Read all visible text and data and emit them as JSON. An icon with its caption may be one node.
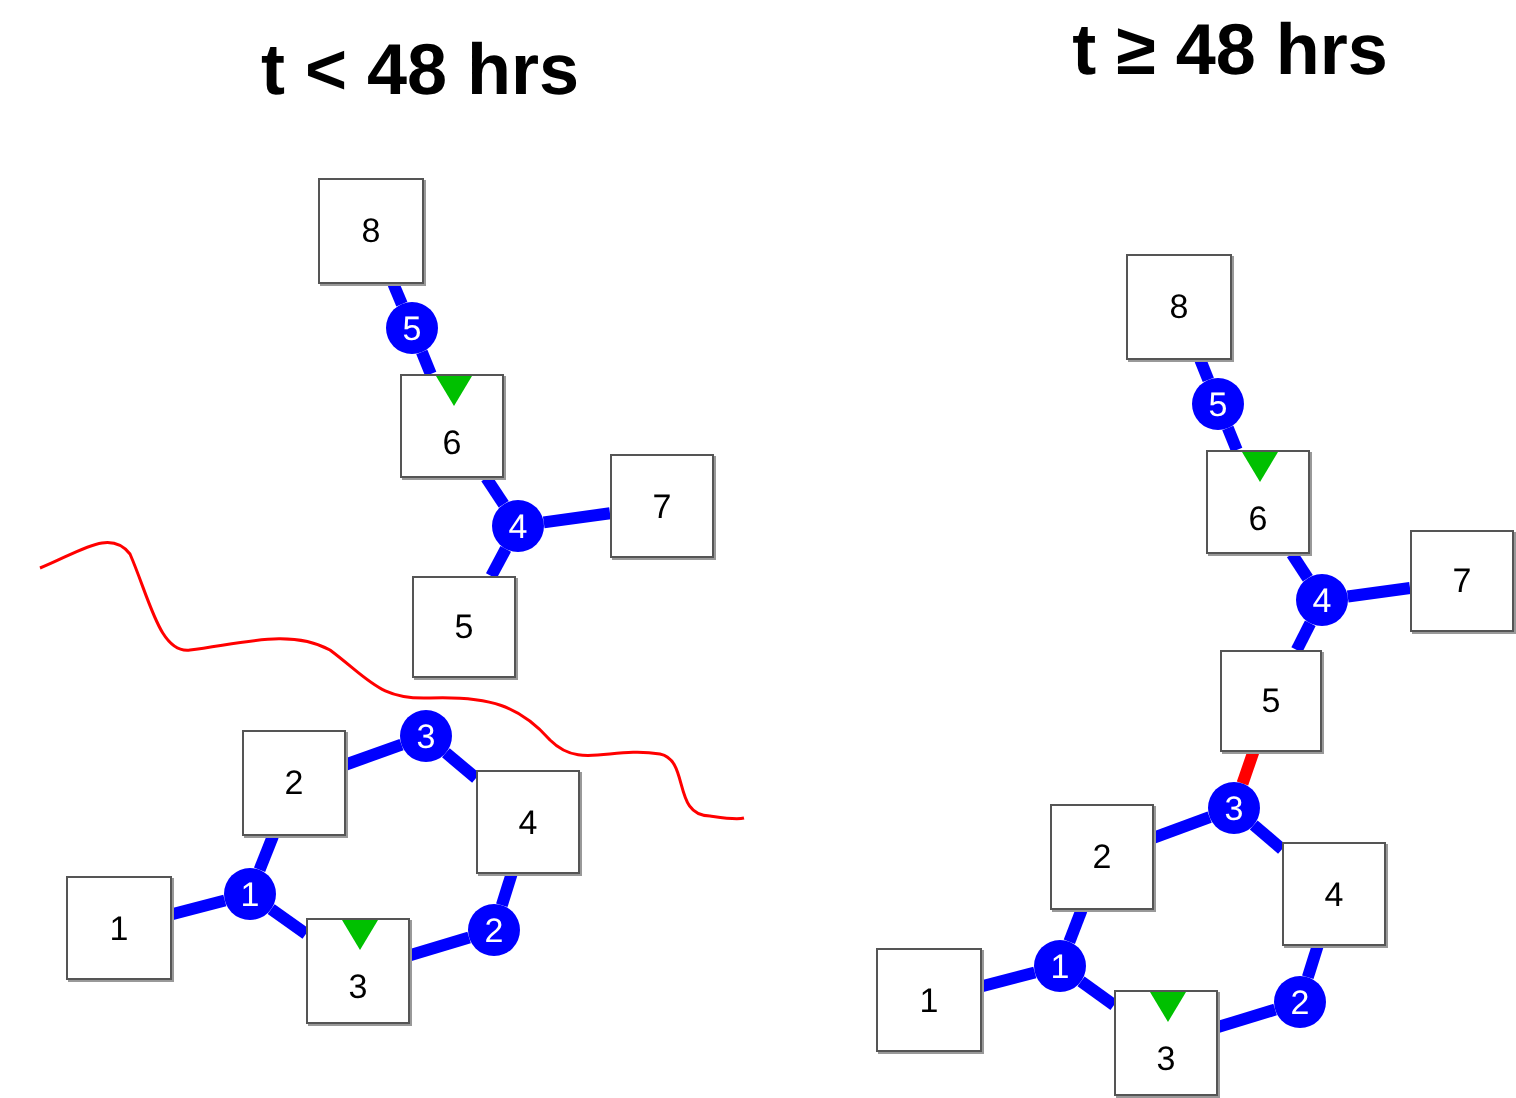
{
  "diagram": {
    "nodes": [
      {
        "text": [
          "8"
        ]
      },
      {
        "text": [
          "5"
        ]
      },
      {
        "text": [
          "6"
        ]
      },
      {
        "text": [
          "7"
        ]
      },
      {
        "text": [
          "4"
        ]
      },
      {
        "text": [
          "5"
        ]
      },
      {
        "text": [
          "3"
        ]
      },
      {
        "text": [
          "2"
        ]
      },
      {
        "text": [
          "4"
        ]
      },
      {
        "text": [
          "1"
        ]
      },
      {
        "text": [
          "1"
        ]
      },
      {
        "text": [
          "3"
        ]
      },
      {
        "text": [
          "2"
        ]
      },
      {
        "text": [
          "8"
        ]
      },
      {
        "text": [
          "5"
        ]
      },
      {
        "text": [
          "6"
        ]
      },
      {
        "text": [
          "7"
        ]
      },
      {
        "text": [
          "4"
        ]
      },
      {
        "text": [
          "5"
        ]
      },
      {
        "text": [
          "3"
        ]
      },
      {
        "text": [
          "2"
        ]
      },
      {
        "text": [
          "4"
        ]
      },
      {
        "text": [
          "1"
        ]
      },
      {
        "text": [
          "1"
        ]
      },
      {
        "text": [
          "3"
        ]
      },
      {
        "text": [
          "2"
        ]
      }
    ],
    "edges": [
      {
        "from": 1,
        "to": 0,
        "arrow": "none"
      },
      {
        "from": 1,
        "to": 2,
        "arrow": "none"
      },
      {
        "from": 4,
        "to": 2,
        "arrow": "none"
      },
      {
        "from": 4,
        "to": 3,
        "arrow": "none"
      },
      {
        "from": 4,
        "to": 5,
        "arrow": "none"
      },
      {
        "from": 6,
        "to": 7,
        "arrow": "none"
      },
      {
        "from": 6,
        "to": 8,
        "arrow": "none"
      },
      {
        "from": 9,
        "to": 10,
        "arrow": "none"
      },
      {
        "from": 9,
        "to": 7,
        "arrow": "none"
      },
      {
        "from": 9,
        "to": 11,
        "arrow": "none"
      },
      {
        "from": 12,
        "to": 11,
        "arrow": "none"
      },
      {
        "from": 12,
        "to": 8,
        "arrow": "none"
      },
      {
        "from": 14,
        "to": 13,
        "arrow": "none"
      },
      {
        "from": 14,
        "to": 15,
        "arrow": "none"
      },
      {
        "from": 17,
        "to": 15,
        "arrow": "none"
      },
      {
        "from": 17,
        "to": 16,
        "arrow": "none"
      },
      {
        "from": 17,
        "to": 18,
        "arrow": "none"
      },
      {
        "from": 18,
        "to": 19,
        "arrow": "none",
        "color": "#ff0000"
      },
      {
        "from": 19,
        "to": 20,
        "arrow": "none"
      },
      {
        "from": 19,
        "to": 21,
        "arrow": "none"
      },
      {
        "from": 22,
        "to": 23,
        "arrow": "none"
      },
      {
        "from": 22,
        "to": 20,
        "arrow": "none"
      },
      {
        "from": 22,
        "to": 24,
        "arrow": "none"
      },
      {
        "from": 25,
        "to": 24,
        "arrow": "none"
      },
      {
        "from": 25,
        "to": 21,
        "arrow": "none"
      }
    ],
    "labels": [
      "t < 48 hrs",
      "t ≥ 48 hrs"
    ]
  }
}
